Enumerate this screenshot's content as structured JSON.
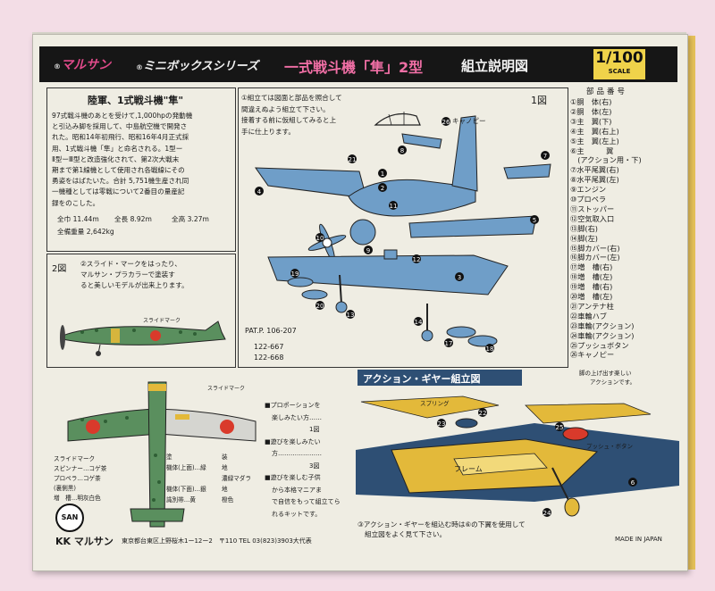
{
  "header": {
    "brand": "マルサン",
    "series": "ミニボックスシリーズ",
    "title": "一式戦斗機「隼」2型",
    "subtitle": "組立説明図",
    "scale": "1/100",
    "scale_label": "SCALE"
  },
  "history": {
    "heading": "陸軍、1式戦斗機\"隼\"",
    "lines": [
      "97式戦斗機のあとを受けて,1,000hpの発動機",
      "と引込み脚を採用して、中島航空機で開発さ",
      "れた。昭和14年初飛行、昭和16年4月正式採",
      "用、1式戦斗機「隼」と命名される。1型ー",
      "Ⅱ型ーⅢ型と改造強化されて、第2次大戦末",
      "期まで第1線機として使用され各戦線にその",
      "勇姿をはばたいた。合計 5,751機生産され同",
      "一機種としては零戦について2番目の量産記",
      "録をのこした。"
    ],
    "specs": [
      "全巾 11.44m",
      "全長 8.92m",
      "全高 3.27m",
      "全備重量 2,642kg"
    ]
  },
  "fig1": {
    "label": "1図",
    "instructions": [
      "①組立ては図面と部品を照合して",
      "間違えぬよう組立て下さい。",
      "接着する前に仮組してみると上",
      "手に仕上ります。"
    ],
    "canopy_label": "キャノピー",
    "patent": "PAT.P. 106-207",
    "patent_nos": [
      "122-667",
      "122-668"
    ]
  },
  "parts": {
    "title": "部品番号",
    "items": [
      "①胴　体(右)",
      "②胴　体(左)",
      "③主　翼(下)",
      "④主　翼(右上)",
      "⑤主　翼(左上)",
      "⑥主　　　翼",
      "　(アクション用・下)",
      "⑦水平尾翼(右)",
      "⑧水平尾翼(左)",
      "⑨エンジン",
      "⑩プロペラ",
      "⑪ストッパー",
      "⑫空気取入口",
      "⑬脚(右)",
      "⑭脚(左)",
      "⑮脚カバー(右)",
      "⑯脚カバー(左)",
      "⑰増　槽(右)",
      "⑱増　槽(左)",
      "⑲増　槽(右)",
      "⑳増　槽(左)",
      "㉑アンテナ柱",
      "㉒車輪ハブ",
      "㉓車輪(アクション)",
      "㉔車輪(アクション)",
      "㉕プッシュボタン",
      "㉖キャノピー"
    ]
  },
  "fig2": {
    "label": "2図",
    "lines": [
      "②スライド・マークをはったり、",
      "マルサン・プラカラーで塗装す",
      "ると美しいモデルが出来上ります。"
    ],
    "slide_mark": "スライドマーク",
    "colors_left": [
      "スライドマーク",
      "スピンナー…コゲ茶",
      "プロペラ…コゲ茶",
      "(裏側黒)",
      "増　槽…明灰白色"
    ],
    "colors_right": [
      [
        "塗",
        "装"
      ],
      [
        "機体(上面)…緑",
        "地"
      ],
      [
        "",
        "濃緑マダラ"
      ],
      [
        "機体(下面)…銀",
        "地"
      ],
      [
        "識別帯…黄",
        "橙色"
      ]
    ],
    "tips": [
      "■プロポーションを",
      "楽しみたい方……",
      "1図",
      "■遊びを楽しみたい",
      "方…………………",
      "3図",
      "■遊びを楽しむ子供",
      "から本格マニアま",
      "で自信をもって組立てら",
      "れるキットです。"
    ],
    "san_logo": "SAN",
    "company": "KK マルサン",
    "address": "東京都台東区上野桜木1ー12ー2　〒110 TEL 03(823)3903大代表"
  },
  "fig3": {
    "title": "アクション・ギヤー組立図",
    "label": "3図",
    "note": [
      "脚の上げ出す楽しい",
      "アクションです。"
    ],
    "spring_label": "スプリング",
    "push_label": "プッシュ・ボタン",
    "frame_label": "フレーム",
    "instructions": [
      "③アクション・ギヤーを組込む時は⑥の下翼を使用して",
      "組立図をよく見て下さい。"
    ],
    "made_in": "MADE IN JAPAN"
  },
  "colors": {
    "header_bg": "#161616",
    "title_pink": "#f06fa5",
    "scale_yellow": "#efd24a",
    "plane_blue": "#6f9ec8",
    "part_yellow": "#e3b93a",
    "camo_green": "#4e8c5e",
    "red_marking": "#d93a2b",
    "fig3_dark": "#2e4f74"
  }
}
